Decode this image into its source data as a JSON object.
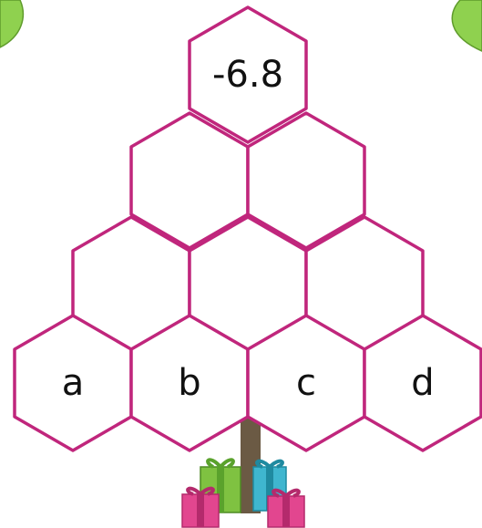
{
  "pyramid": {
    "top": {
      "value": "-6.8"
    },
    "row2": [
      {
        "value": ""
      },
      {
        "value": ""
      }
    ],
    "row3": [
      {
        "value": ""
      },
      {
        "value": ""
      },
      {
        "value": ""
      }
    ],
    "bottom": [
      {
        "value": "a"
      },
      {
        "value": "b"
      },
      {
        "value": "c"
      },
      {
        "value": "d"
      }
    ]
  },
  "colors": {
    "hex_outline": "#c0267c",
    "leaf": "#8fd14f",
    "trunk": "#6b5a44",
    "gift_green": "#7fc241",
    "gift_teal": "#3fb6cf",
    "gift_pink": "#e2468f"
  },
  "decorations": {
    "leaf_icon": "leaf-icon",
    "trunk_icon": "tree-trunk-icon",
    "gift_icon": "gift-box-icon"
  }
}
